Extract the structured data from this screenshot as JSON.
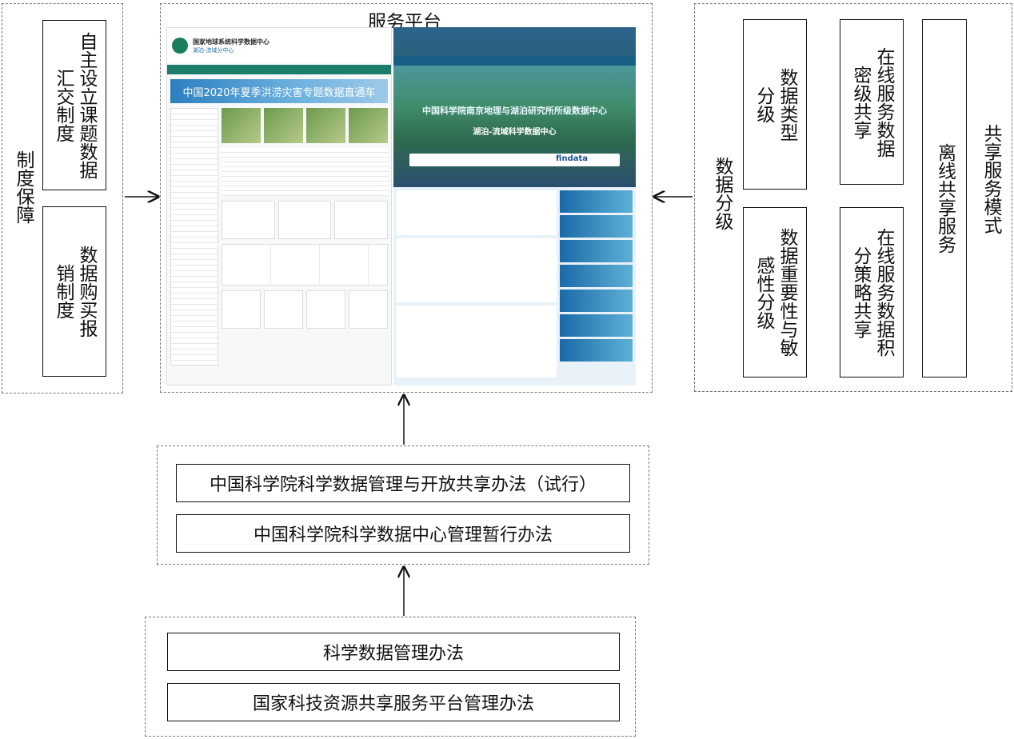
{
  "platform": {
    "title": "服务平台"
  },
  "left_group": {
    "label": "制度保障",
    "boxes": [
      "自主设立课题数据汇交制度",
      "数据购买报销制度"
    ]
  },
  "right_group": {
    "label": "数据分级",
    "col1": [
      "数据类型分级",
      "数据重要性与敏感性分级"
    ],
    "col2": [
      "在线服务数据密级共享",
      "在线服务数据积分策略共享"
    ],
    "col3": "离线共享服务",
    "label2": "共享服务模式"
  },
  "mid_group": {
    "boxes": [
      "中国科学院科学数据管理与开放共享办法（试行）",
      "中国科学院科学数据中心管理暂行办法"
    ]
  },
  "bottom_group": {
    "boxes": [
      "科学数据管理办法",
      "国家科技资源共享服务平台管理办法"
    ]
  },
  "screens": {
    "left_title": "国家地球系统科学数据中心",
    "left_subtitle": "湖泊-流域分中心",
    "left_banner": "中国2020年夏季洪涝灾害专题数据直通车",
    "right_title": "中国科学院南京地理与湖泊研究所所级数据中心",
    "right_subtitle": "湖泊-流域科学数据中心",
    "right_search": "findata"
  }
}
